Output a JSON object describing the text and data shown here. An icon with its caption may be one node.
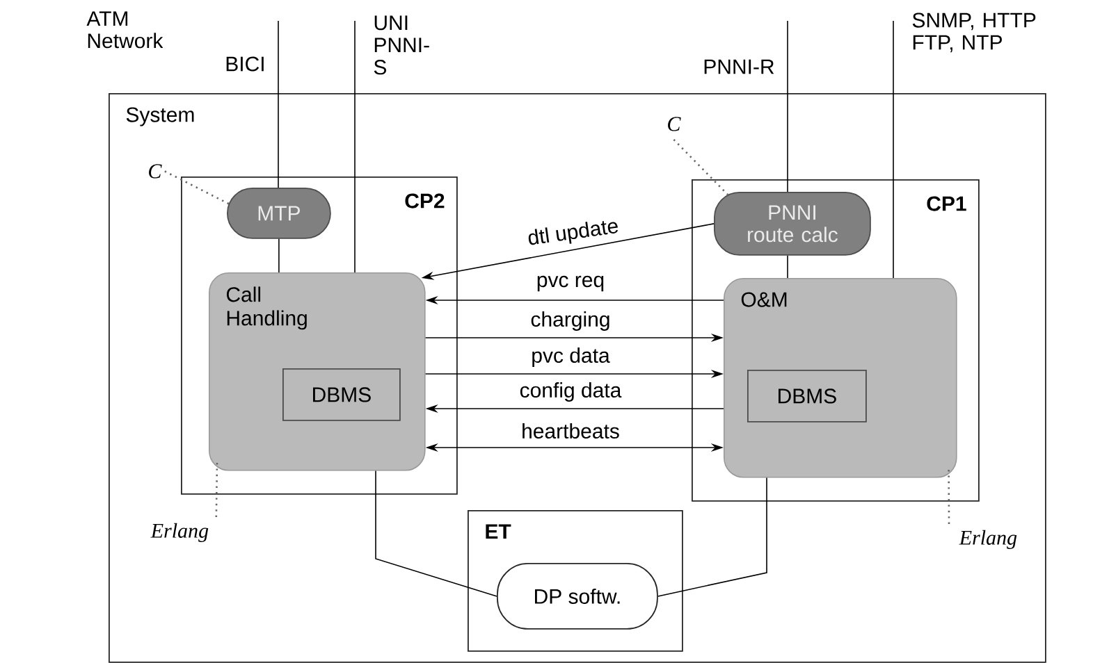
{
  "diagram": {
    "nodes": [
      {
        "text": [
          "System"
        ]
      },
      {
        "text": [
          "CP2"
        ],
        "in": 0
      },
      {
        "text": [
          "MTP"
        ],
        "in": 1
      },
      {
        "text": [
          "Call Handling"
        ],
        "in": 1
      },
      {
        "text": [
          "DBMS"
        ],
        "in": 3
      },
      {
        "text": [
          "CP1"
        ],
        "in": 0
      },
      {
        "text": [
          "PNNI route calc"
        ],
        "in": 5
      },
      {
        "text": [
          "O&M"
        ],
        "in": 5
      },
      {
        "text": [
          "DBMS"
        ],
        "in": 7
      },
      {
        "text": [
          "ET"
        ],
        "in": 0
      },
      {
        "text": [
          "DP softw."
        ],
        "in": 9
      },
      {
        "text": [
          "C"
        ],
        "in": 0
      },
      {
        "text": [
          "C"
        ],
        "in": 0
      },
      {
        "text": [
          "Erlang"
        ],
        "in": 0
      },
      {
        "text": [
          "Erlang"
        ],
        "in": 0
      }
    ],
    "edges": [
      {
        "from": null,
        "to": 2,
        "arrow": "none",
        "label": "BICI"
      },
      {
        "from": null,
        "to": 3,
        "arrow": "none",
        "label": "UNI PNNI-S"
      },
      {
        "from": 2,
        "to": 3,
        "arrow": "none"
      },
      {
        "from": null,
        "to": 6,
        "arrow": "none",
        "label": "PNNI-R"
      },
      {
        "from": null,
        "to": 7,
        "arrow": "none",
        "label": "SNMP, HTTP FTP, NTP"
      },
      {
        "from": 6,
        "to": 7,
        "arrow": "none"
      },
      {
        "from": 6,
        "to": 3,
        "arrow": "to",
        "label": "dtl update"
      },
      {
        "from": 7,
        "to": 3,
        "arrow": "to",
        "label": "pvc req"
      },
      {
        "from": 3,
        "to": 7,
        "arrow": "to",
        "label": "charging"
      },
      {
        "from": 3,
        "to": 7,
        "arrow": "to",
        "label": "pvc data"
      },
      {
        "from": 7,
        "to": 3,
        "arrow": "to",
        "label": "config data"
      },
      {
        "from": 3,
        "to": 7,
        "arrow": "both",
        "label": "heartbeats"
      },
      {
        "from": 3,
        "to": 10,
        "arrow": "none"
      },
      {
        "from": 7,
        "to": 10,
        "arrow": "none"
      },
      {
        "from": 11,
        "to": 2,
        "arrow": "none",
        "style": "dashed",
        "color": "#666666"
      },
      {
        "from": 12,
        "to": 6,
        "arrow": "none",
        "style": "dashed",
        "color": "#666666"
      },
      {
        "from": 13,
        "to": 3,
        "arrow": "none",
        "style": "dashed",
        "color": "#666666"
      },
      {
        "from": 14,
        "to": 7,
        "arrow": "none",
        "style": "dashed",
        "color": "#666666"
      }
    ],
    "labels": [
      "ATM Network"
    ]
  }
}
